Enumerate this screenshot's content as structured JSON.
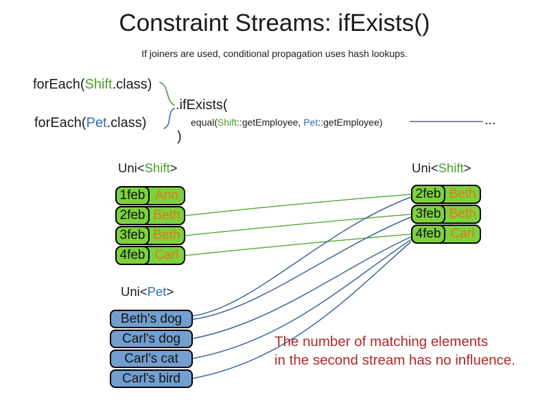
{
  "slide": {
    "title": "Constraint Streams: ifExists()",
    "subtitle": "If joiners are used, conditional propagation uses hash lookups."
  },
  "code": {
    "foreach_shift": {
      "pre": "forEach(",
      "cls": "Shift",
      "post": ".class)"
    },
    "foreach_pet": {
      "pre": "forEach(",
      "cls": "Pet",
      "post": ".class)"
    },
    "if_exists": ".ifExists(",
    "equal": {
      "pre": "equal(",
      "shift": "Shift",
      "mid": "::getEmployee, ",
      "pet": "Pet",
      "post": "::getEmployee)"
    },
    "close": ")",
    "ellipsis": "..."
  },
  "left_shift_stream": {
    "label_pre": "Uni<",
    "label_type": "Shift",
    "label_post": ">",
    "rows": [
      {
        "date": "1feb",
        "name": "Ann"
      },
      {
        "date": "2feb",
        "name": "Beth"
      },
      {
        "date": "3feb",
        "name": "Beth"
      },
      {
        "date": "4feb",
        "name": "Carl"
      }
    ]
  },
  "right_shift_stream": {
    "label_pre": "Uni<",
    "label_type": "Shift",
    "label_post": ">",
    "rows": [
      {
        "date": "2feb",
        "name": "Beth"
      },
      {
        "date": "3feb",
        "name": "Beth"
      },
      {
        "date": "4feb",
        "name": "Carl"
      }
    ]
  },
  "pet_stream": {
    "label_pre": "Uni<",
    "label_type": "Pet",
    "label_post": ">",
    "items": [
      "Beth's dog",
      "Carl's dog",
      "Carl's cat",
      "Carl's bird"
    ]
  },
  "note": {
    "line1": "The number of matching elements",
    "line2": "in the second stream has no influence."
  },
  "connections": {
    "shift_to_shift": [
      {
        "from": "2feb Beth",
        "to": "2feb Beth"
      },
      {
        "from": "3feb Beth",
        "to": "3feb Beth"
      },
      {
        "from": "4feb Carl",
        "to": "4feb Carl"
      }
    ],
    "pet_to_shift": [
      {
        "from": "Beth's dog",
        "to": "2feb Beth"
      },
      {
        "from": "Beth's dog",
        "to": "3feb Beth"
      },
      {
        "from": "Carl's dog",
        "to": "4feb Carl"
      },
      {
        "from": "Carl's cat",
        "to": "4feb Carl"
      },
      {
        "from": "Carl's bird",
        "to": "4feb Carl"
      }
    ]
  },
  "colors": {
    "shift_green_text": "#46a028",
    "pet_blue_text": "#2d6eb4",
    "shift_box_green": "#7dd23c",
    "pet_box_blue": "#729fcf",
    "name_orange": "#e07820",
    "note_red": "#b02828",
    "connector_green": "#5fad3f",
    "connector_blue": "#3c649b",
    "equal_line_purple": "#6e5a82"
  }
}
